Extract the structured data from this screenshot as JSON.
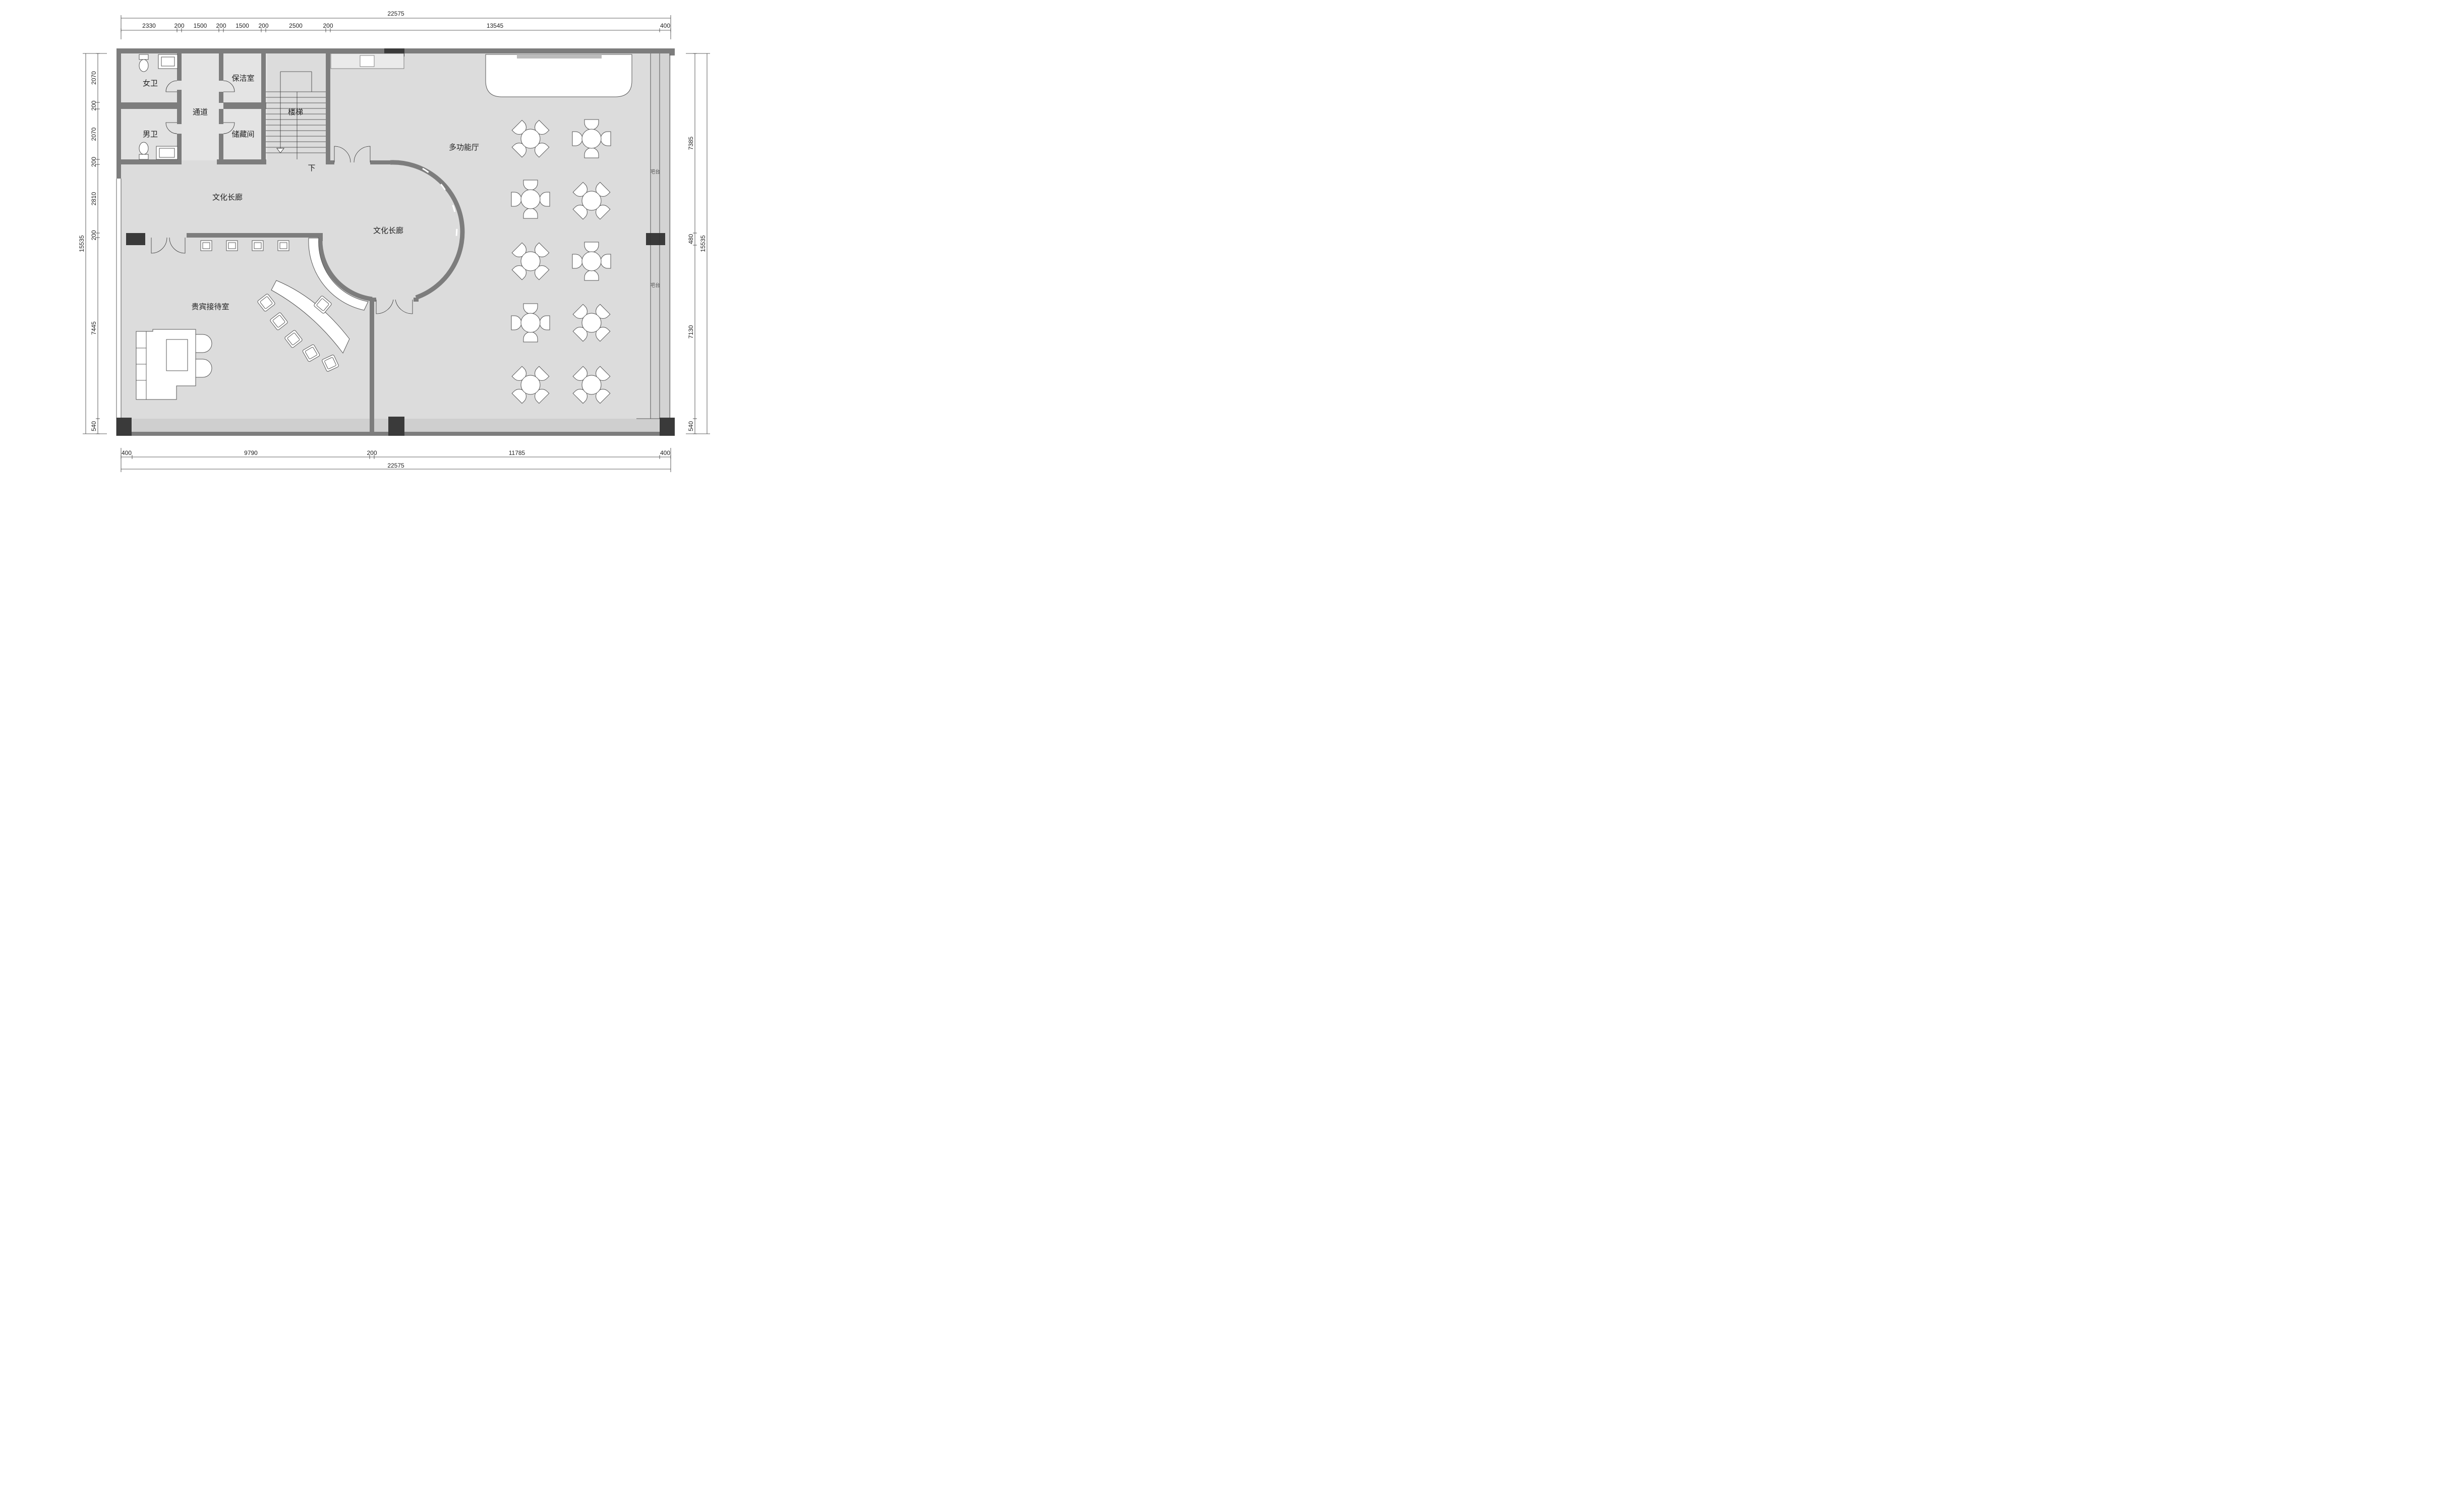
{
  "rooms": {
    "womens_wc": "女卫",
    "mens_wc": "男卫",
    "corridor": "通道",
    "cleaning_room": "保洁室",
    "storage_room": "储藏间",
    "stairs": "楼梯",
    "stairs_down": "下",
    "culture_gallery_left": "文化长廊",
    "culture_gallery_center": "文化长廊",
    "multi_hall": "多功能厅",
    "vip_reception": "贵宾接待室",
    "bar_upper": "吧台",
    "bar_lower": "吧台"
  },
  "dims": {
    "top_total": "22575",
    "top_segments": [
      "2330",
      "200",
      "1500",
      "200",
      "1500",
      "200",
      "2500",
      "200",
      "13545",
      "400"
    ],
    "bottom_segments": [
      "400",
      "9790",
      "200",
      "11785",
      "400"
    ],
    "bottom_total": "22575",
    "left_segments": [
      "2070",
      "200",
      "2070",
      "200",
      "2810",
      "200",
      "7445",
      "540"
    ],
    "left_total": "15535",
    "right_segments": [
      "7385",
      "480",
      "7130",
      "540"
    ],
    "right_total": "15535"
  }
}
